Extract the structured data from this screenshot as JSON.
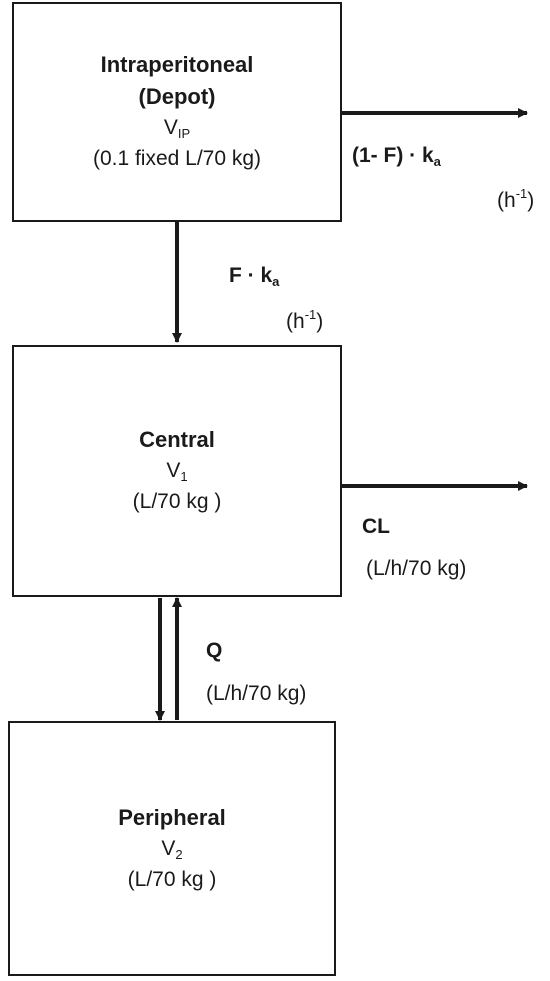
{
  "depot": {
    "title_line1": "Intraperitoneal",
    "title_line2": "(Depot)",
    "volume_symbol": "V",
    "volume_subscript": "IP",
    "volume_unit": "(0.1 fixed L/70 kg)"
  },
  "central": {
    "title": "Central",
    "volume_symbol": "V",
    "volume_subscript": "1",
    "volume_unit": "(L/70 kg )"
  },
  "peripheral": {
    "title": "Peripheral",
    "volume_symbol": "V",
    "volume_subscript": "2",
    "volume_unit": "(L/70 kg )"
  },
  "depot_elimination": {
    "label_prefix": "(1- F) · k",
    "label_subscript": "a",
    "unit_base": "(h",
    "unit_exponent": "-1",
    "unit_close": ")"
  },
  "absorption": {
    "label_prefix": "F · k",
    "label_subscript": "a",
    "unit_base": "(h",
    "unit_exponent": "-1",
    "unit_close": ")"
  },
  "clearance": {
    "label": "CL",
    "unit": "(L/h/70 kg)"
  },
  "intercompartmental": {
    "label": "Q",
    "unit": "(L/h/70 kg)"
  },
  "colors": {
    "stroke": "#1a1a1a",
    "background": "#ffffff"
  }
}
